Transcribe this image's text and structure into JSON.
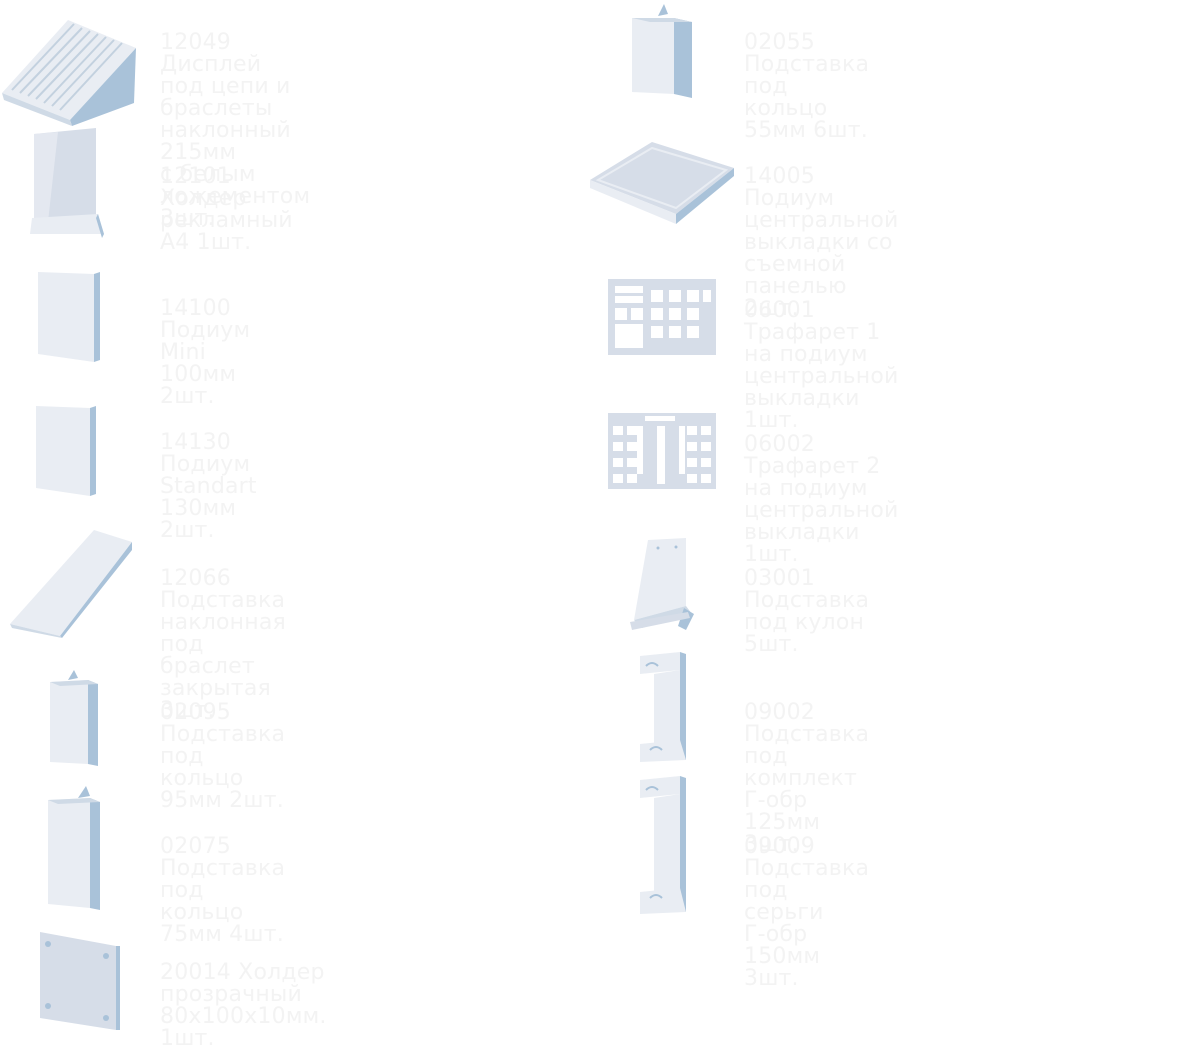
{
  "colors": {
    "text": "#f3f3f3",
    "face": "#e9edf3",
    "shade": "#a9c2d9",
    "mid": "#cfdae6",
    "glass": "#d6dde8"
  },
  "left": [
    {
      "label": "12049 Дисплей под цепи и\nбраслеты наклонный 215мм\nс белым ложементом 3шт.",
      "icon": "inclined-display-icon"
    },
    {
      "label": "12101 Холдер рекламный А4 1шт.",
      "icon": "ad-holder-icon"
    },
    {
      "label": "14100 Подиум Mini 100мм 2шт.",
      "icon": "podium-mini-icon"
    },
    {
      "label": "14130 Подиум Standart 130мм 2шт.",
      "icon": "podium-standart-icon"
    },
    {
      "label": "12066 Подставка наклонная\nпод браслет закрытая 3шт.",
      "icon": "inclined-stand-icon"
    },
    {
      "label": "02095 Подставка под\nкольцо 95мм  2шт.",
      "icon": "ring-stand-95-icon"
    },
    {
      "label": "02075 Подставка под\nкольцо 75мм 4шт.",
      "icon": "ring-stand-75-icon"
    },
    {
      "label": "20014 Холдер прозрачный\n80х100х10мм. 1шт.",
      "icon": "clear-holder-icon"
    }
  ],
  "right": [
    {
      "label": "02055 Подставка под кольцо\n55мм 6шт.",
      "icon": "ring-stand-55-icon"
    },
    {
      "label": "14005 Подиум центральной\nвыкладки со съемной панелью 2шт.",
      "icon": "central-podium-icon"
    },
    {
      "label": "06001 Трафарет 1 на подиум\nцентральной выкладки 1шт.",
      "icon": "stencil-1-icon"
    },
    {
      "label": "06002 Трафарет 2 на подиум\nцентральной выкладки 1шт.",
      "icon": "stencil-2-icon"
    },
    {
      "label": "03001 Подставка под кулон 5шт.",
      "icon": "pendant-stand-icon"
    },
    {
      "label": "09002 Подставка под комплект\nГ-обр 125мм 3шт.",
      "icon": "set-stand-icon"
    },
    {
      "label": "09009 Подставка под серьги\nГ-обр 150мм 3шт.",
      "icon": "earring-stand-icon"
    }
  ]
}
